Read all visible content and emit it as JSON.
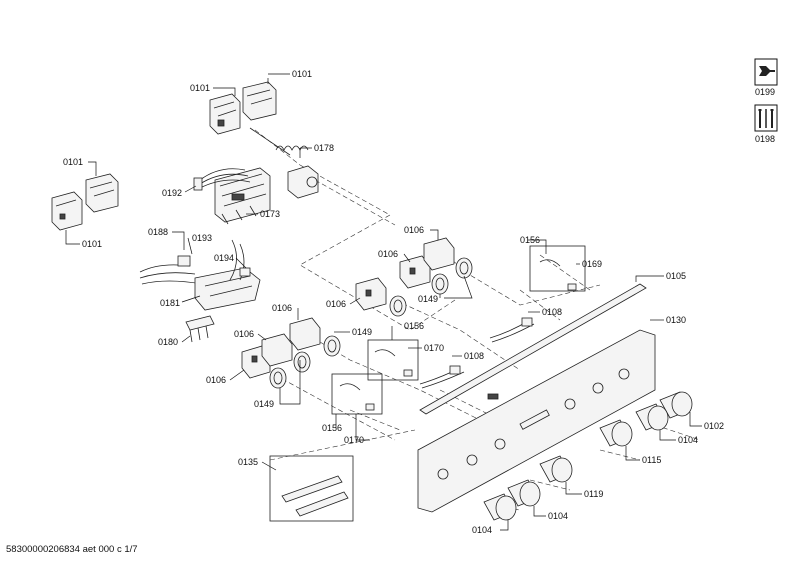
{
  "document_id": "58300000206834 aet 000 c 1/7",
  "service_icons": [
    {
      "code": "0199",
      "icon": "wrench-icon"
    },
    {
      "code": "0198",
      "icon": "tools-icon"
    }
  ],
  "part_labels": [
    "0101",
    "0101",
    "0178",
    "0101",
    "0192",
    "0173",
    "0101",
    "0188",
    "0193",
    "0194",
    "0181",
    "0180",
    "0106",
    "0106",
    "0106",
    "0106",
    "0106",
    "0106",
    "0149",
    "0149",
    "0149",
    "0156",
    "0156",
    "0169",
    "0170",
    "0170",
    "0156",
    "0108",
    "0108",
    "0105",
    "0130",
    "0102",
    "0104",
    "0115",
    "0119",
    "0104",
    "0104",
    "0135"
  ]
}
